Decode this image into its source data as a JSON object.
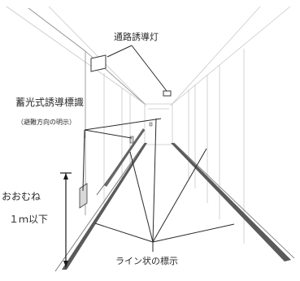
{
  "labels": {
    "path_guide_light": "通路誘導灯",
    "luminous_guide_sign": "蓄光式誘導標識",
    "evacuation_direction": "（避難方向の明示）",
    "height_line1": "おおむね",
    "height_line2": "１ｍ以下",
    "line_marking": "ライン状の標示"
  },
  "colors": {
    "line": "#3a3a3a",
    "faint_line": "#c8c8c8",
    "floor_strip": "#6a6a6a",
    "sign_fill": "#d8d8d8"
  }
}
